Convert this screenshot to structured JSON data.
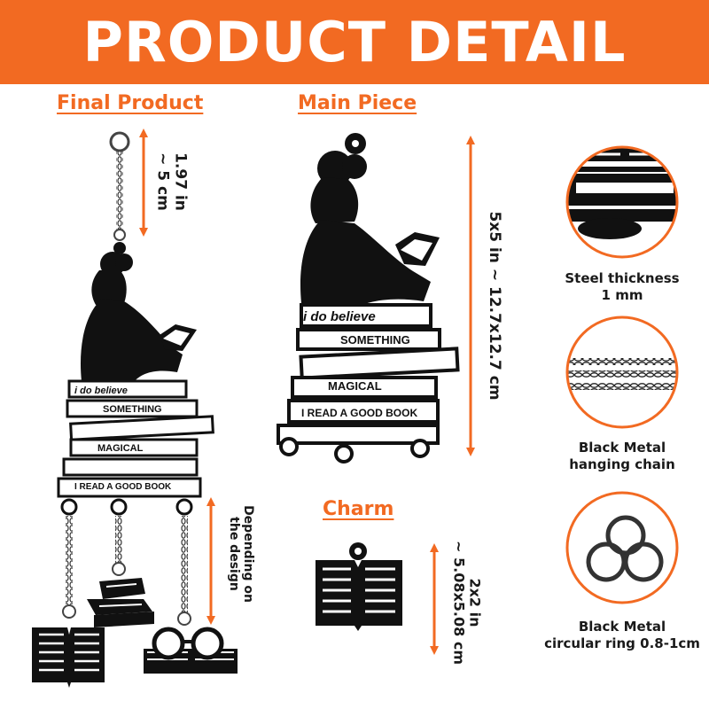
{
  "banner": {
    "title": "PRODUCT DETAIL",
    "color": "#f26a22"
  },
  "sections": {
    "final_product": "Final Product",
    "main_piece": "Main Piece",
    "charm": "Charm"
  },
  "dimensions": {
    "chain_top": [
      "1.97 in",
      "~ 5 cm"
    ],
    "main_piece": "5x5 in ~ 12.7x12.7 cm",
    "charm_chain": [
      "Depending on",
      "the design"
    ],
    "charm": [
      "2x2 in",
      "~ 5.08x5.08 cm"
    ]
  },
  "artwork_text": {
    "line1": "i do believe",
    "line2": "SOMETHING",
    "line3": "MAGICAL",
    "line4": "I READ A GOOD BOOK"
  },
  "features": [
    {
      "label_line1": "Steel thickness",
      "label_line2": "1 mm",
      "icon": "steel-thickness-closeup"
    },
    {
      "label_line1": "Black Metal",
      "label_line2": "hanging chain",
      "icon": "chain-closeup"
    },
    {
      "label_line1": "Black Metal",
      "label_line2": "circular ring 0.8-1cm",
      "icon": "rings-closeup"
    }
  ]
}
